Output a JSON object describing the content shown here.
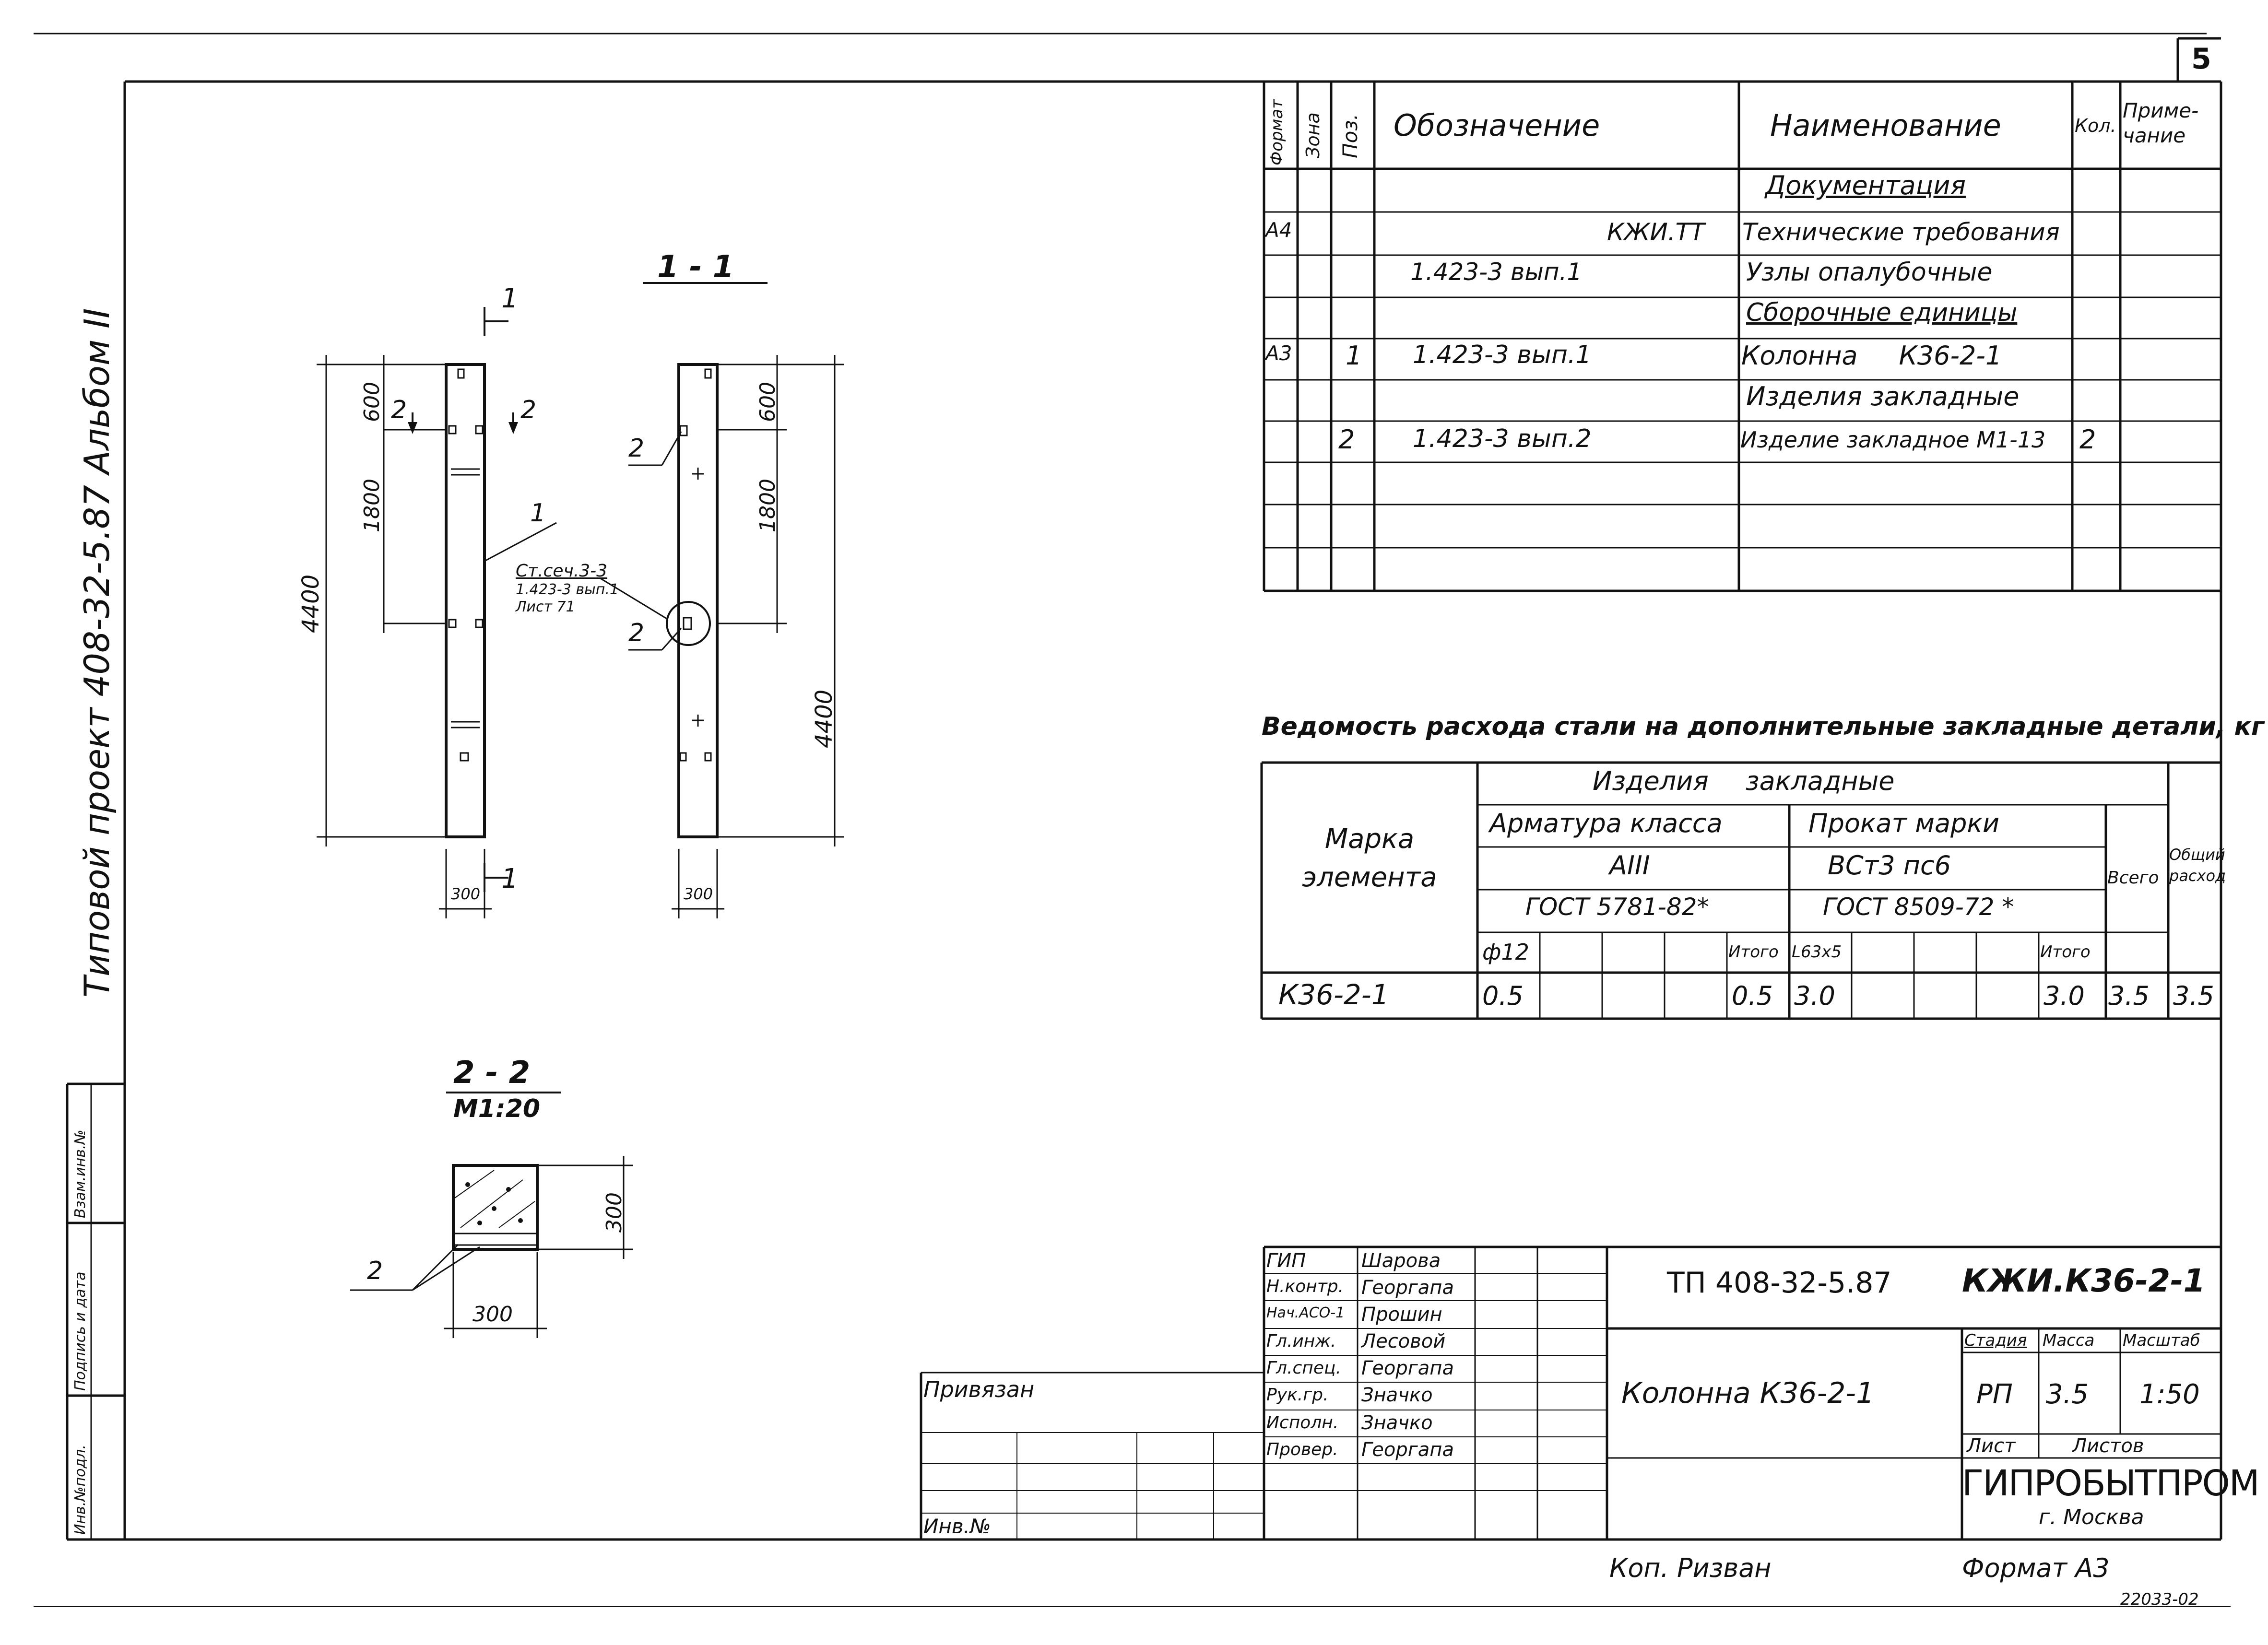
{
  "sheet_number": "5",
  "album_title": "Типовой проект 408-32-5.87 Альбом II",
  "spec": {
    "headers": {
      "format": "Формат",
      "zone": "Зона",
      "pos": "Поз.",
      "designation": "Обозначение",
      "name": "Наименование",
      "qty": "Кол.",
      "note": "Приме-\nчание"
    },
    "rows": [
      {
        "format": "",
        "pos": "",
        "designation": "",
        "name": "Документация",
        "qty": "",
        "underline": true
      },
      {
        "format": "А4",
        "pos": "",
        "designation": "КЖИ.ТТ",
        "name": "Технические требования",
        "qty": ""
      },
      {
        "format": "",
        "pos": "",
        "designation": "1.423-3 вып.1",
        "name": "Узлы опалубочные",
        "qty": ""
      },
      {
        "format": "",
        "pos": "",
        "designation": "",
        "name": "Сборочные единицы",
        "qty": "",
        "underline": true
      },
      {
        "format": "А3",
        "pos": "1",
        "designation": "1.423-3 вып.1",
        "name": "Колонна     К36-2-1",
        "qty": ""
      },
      {
        "format": "",
        "pos": "",
        "designation": "",
        "name": "Изделия закладные",
        "qty": ""
      },
      {
        "format": "",
        "pos": "2",
        "designation": "1.423-3 вып.2",
        "name": "Изделие закладное М1-13",
        "qty": "2"
      }
    ]
  },
  "steel": {
    "title": "Ведомость расхода стали на дополнительные закладные детали, кг",
    "mark_header": "Марка элемента",
    "embedded": "Изделия закладные",
    "rebar_class": "Арматура класса",
    "rolled_grade": "Прокат марки",
    "rebar_class_value": "АIII",
    "rolled_value": "ВСт3 пс6",
    "rebar_gost": "ГОСТ 5781-82*",
    "rolled_gost": "ГОСТ 8509-72 *",
    "total": "Всего",
    "overall": "Общий расход",
    "sub_a": [
      "ф12",
      "",
      "",
      "",
      "Итого"
    ],
    "sub_b": [
      "L63х5",
      "",
      "",
      "",
      "Итого"
    ],
    "row": {
      "mark": "К36-2-1",
      "a": [
        "0.5",
        "",
        "",
        "",
        "0.5"
      ],
      "b": [
        "3.0",
        "",
        "",
        "",
        "3.0"
      ],
      "total": "3.5",
      "overall": "3.5"
    }
  },
  "drawing": {
    "section_1": "1 - 1",
    "section_2": "2 - 2",
    "scale_2": "М1:20",
    "dims": {
      "total": "4400",
      "top": "600",
      "mid": "1800",
      "width": "300",
      "height": "300"
    },
    "cut_labels": [
      "1",
      "1",
      "2",
      "2"
    ],
    "pos_labels": {
      "p1": "1",
      "p2a": "2",
      "p2b": "2",
      "p2c": "2",
      "p2d": "2"
    },
    "note_lines": [
      "Ст.сеч.3-3",
      "1.423-3 вып.1",
      "Лист 71"
    ]
  },
  "title_block": {
    "project": "ТП 408-32-5.87",
    "code": "КЖИ.К36-2-1",
    "name": "Колонна К36-2-1",
    "stage_h": "Стадия",
    "mass_h": "Масса",
    "scale_h": "Масштаб",
    "stage": "РП",
    "mass": "3.5",
    "scale": "1:50",
    "sheet_h": "Лист",
    "sheets_h": "Листов",
    "org": "ГИПРОБЫТПРОМ",
    "city": "г. Москва",
    "signers": [
      {
        "role": "ГИП",
        "name": "Шарова"
      },
      {
        "role": "Н.контр.",
        "name": "Георгапа"
      },
      {
        "role": "Нач.АСО-1",
        "name": "Прошин"
      },
      {
        "role": "Гл.инж.",
        "name": "Лесовой"
      },
      {
        "role": "Гл.спец.",
        "name": "Георгапа"
      },
      {
        "role": "Рук.гр.",
        "name": "Значко"
      },
      {
        "role": "Исполн.",
        "name": "Значко"
      },
      {
        "role": "Провер.",
        "name": "Георгапа"
      }
    ],
    "bound": "Привязан",
    "inv": "Инв.№"
  },
  "left_strip": [
    "Инв.№подл.",
    "Подпись и дата",
    "Взам.инв.№"
  ],
  "footer": {
    "copied": "Коп. Ризван",
    "format": "Формат А3",
    "code": "22033-02"
  }
}
